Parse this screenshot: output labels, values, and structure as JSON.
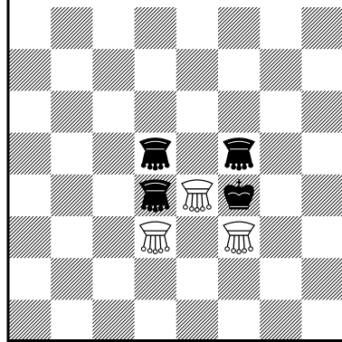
{
  "board": {
    "files": 8,
    "ranks": 8,
    "light_color": "#ffffff",
    "dark_hatch_color": "#000000",
    "border_color": "#000000"
  },
  "pieces": [
    {
      "name": "black-queen-1",
      "type": "queen",
      "color": "black",
      "col": 3,
      "row": 3
    },
    {
      "name": "black-queen-2",
      "type": "queen",
      "color": "black",
      "col": 5,
      "row": 3
    },
    {
      "name": "black-queen-3",
      "type": "queen",
      "color": "black",
      "col": 3,
      "row": 4
    },
    {
      "name": "white-queen-1",
      "type": "queen",
      "color": "white",
      "col": 4,
      "row": 4
    },
    {
      "name": "black-king",
      "type": "king",
      "color": "black",
      "col": 5,
      "row": 4
    },
    {
      "name": "white-queen-2",
      "type": "queen",
      "color": "white",
      "col": 3,
      "row": 5
    },
    {
      "name": "white-queen-3",
      "type": "queen",
      "color": "white",
      "col": 5,
      "row": 5
    }
  ]
}
